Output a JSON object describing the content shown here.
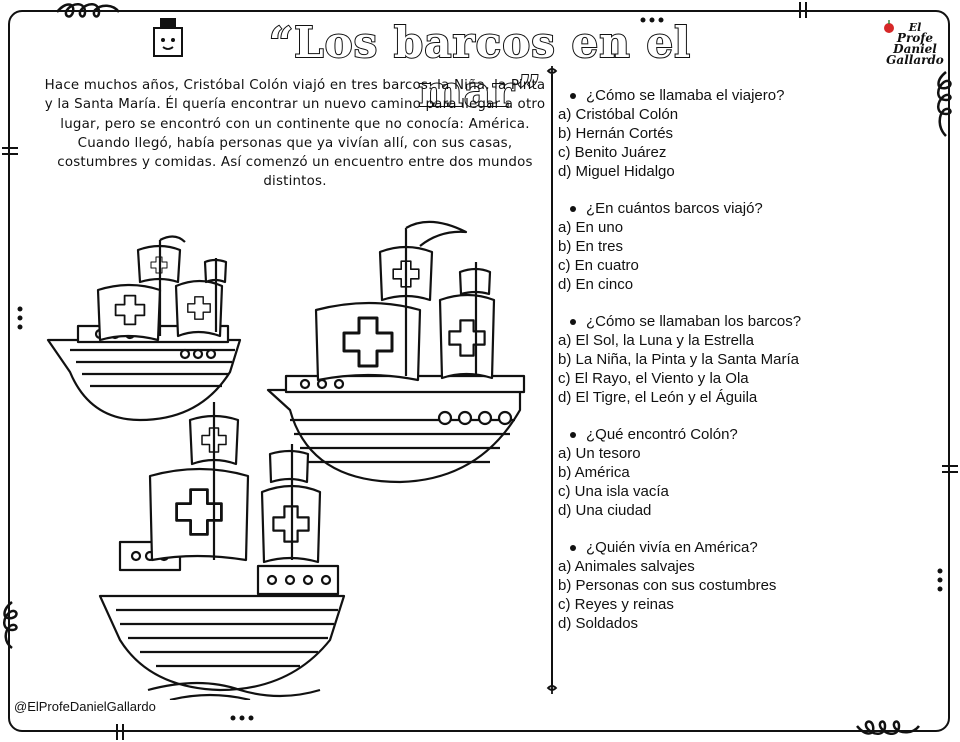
{
  "title": "“Los barcos en el mar”",
  "logo": {
    "line1": "El",
    "line2": "Profe",
    "line3": "Daniel",
    "line4": "Gallardo"
  },
  "story": {
    "paragraph1": "Hace muchos años, Cristóbal Colón viajó en tres barcos: la Niña, la Pinta y la Santa María. Él quería encontrar un nuevo camino para llegar a otro lugar, pero se encontró con un continente que no conocía: América.",
    "paragraph2": "Cuando llegó, había personas que ya vivían allí, con sus casas, costumbres y comidas. Así comenzó un encuentro entre dos mundos distintos."
  },
  "questions": [
    {
      "question": "¿Cómo se llamaba el viajero?",
      "options": [
        "a) Cristóbal Colón",
        "b) Hernán Cortés",
        "c) Benito Juárez",
        "d) Miguel Hidalgo"
      ]
    },
    {
      "question": "¿En cuántos barcos viajó?",
      "options": [
        "a) En uno",
        "b) En tres",
        "c) En cuatro",
        "d) En cinco"
      ]
    },
    {
      "question": "¿Cómo se llamaban los barcos?",
      "options": [
        "a) El Sol, la Luna y la Estrella",
        "b) La Niña, la Pinta y la Santa María",
        "c) El Rayo, el Viento y la Ola",
        "d) El Tigre, el León y el Águila"
      ]
    },
    {
      "question": "¿Qué encontró Colón?",
      "options": [
        "a) Un tesoro",
        "b) América",
        "c) Una isla vacía",
        "d) Una ciudad"
      ]
    },
    {
      "question": "¿Quién vivía en América?",
      "options": [
        "a) Animales salvajes",
        "b) Personas con sus costumbres",
        "c) Reyes y reinas",
        "d) Soldados"
      ]
    }
  ],
  "footer": {
    "handle": "@ElProfeDanielGallardo"
  },
  "icons": {
    "ships": "ship-illustration",
    "mascot": "pencil-mascot-icon"
  }
}
